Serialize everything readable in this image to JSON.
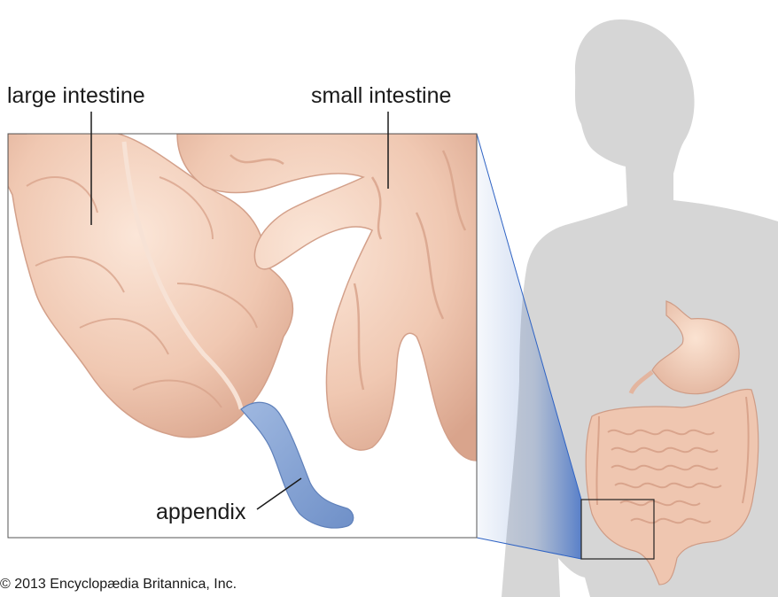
{
  "labels": {
    "large_intestine": "large intestine",
    "small_intestine": "small intestine",
    "appendix": "appendix"
  },
  "credit": "© 2013 Encyclopædia Britannica, Inc.",
  "colors": {
    "silhouette": "#d6d6d6",
    "intestine": "#f2cdb8",
    "intestine_shadow": "#d9a48c",
    "appendix": "#7f9fd2",
    "zoom_beam": "#4a78c8"
  }
}
